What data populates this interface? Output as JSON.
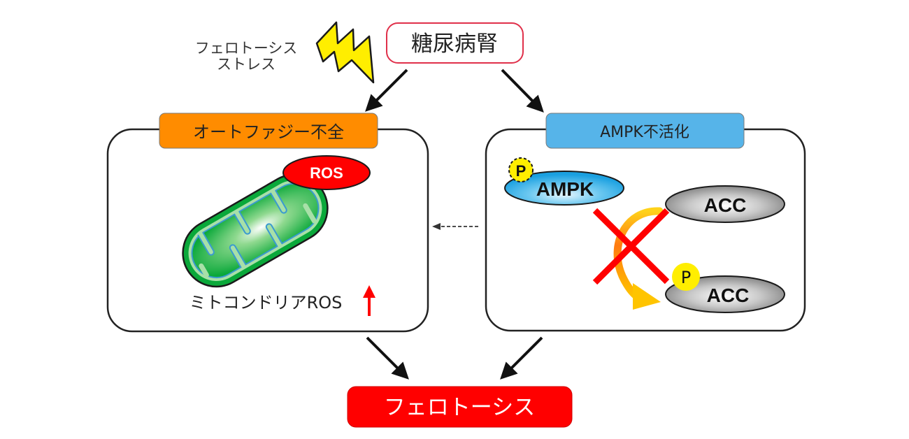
{
  "title": "糖尿病腎におけるフェロトーシス機構",
  "top": {
    "trigger_label": "糖尿病腎",
    "stress_label_line1": "フェロトーシス",
    "stress_label_line2": "ストレス",
    "stress_icon": "lightning-bolt-icon"
  },
  "left_panel": {
    "header": "オートファジー不全",
    "header_color": "#ff8c00",
    "ros_label": "ROS",
    "caption": "ミトコンドリアROS",
    "caption_indicator": "up-arrow-icon",
    "organelle_icon": "mitochondria-icon"
  },
  "right_panel": {
    "header": "AMPK不活化",
    "header_color": "#56b4e9",
    "ampk_label": "AMPK",
    "phospho_label": "P",
    "acc_label": "ACC",
    "pacc_label": "ACC",
    "pacc_phospho_label": "P",
    "inhibition_icon": "red-cross-icon"
  },
  "outcome": {
    "label": "フェロトーシス",
    "color": "#ff0000"
  },
  "colors": {
    "trigger_border": "#e0304a",
    "ros": "#ff0000",
    "phospho": "#ffee00",
    "cross": "#ff0000"
  }
}
